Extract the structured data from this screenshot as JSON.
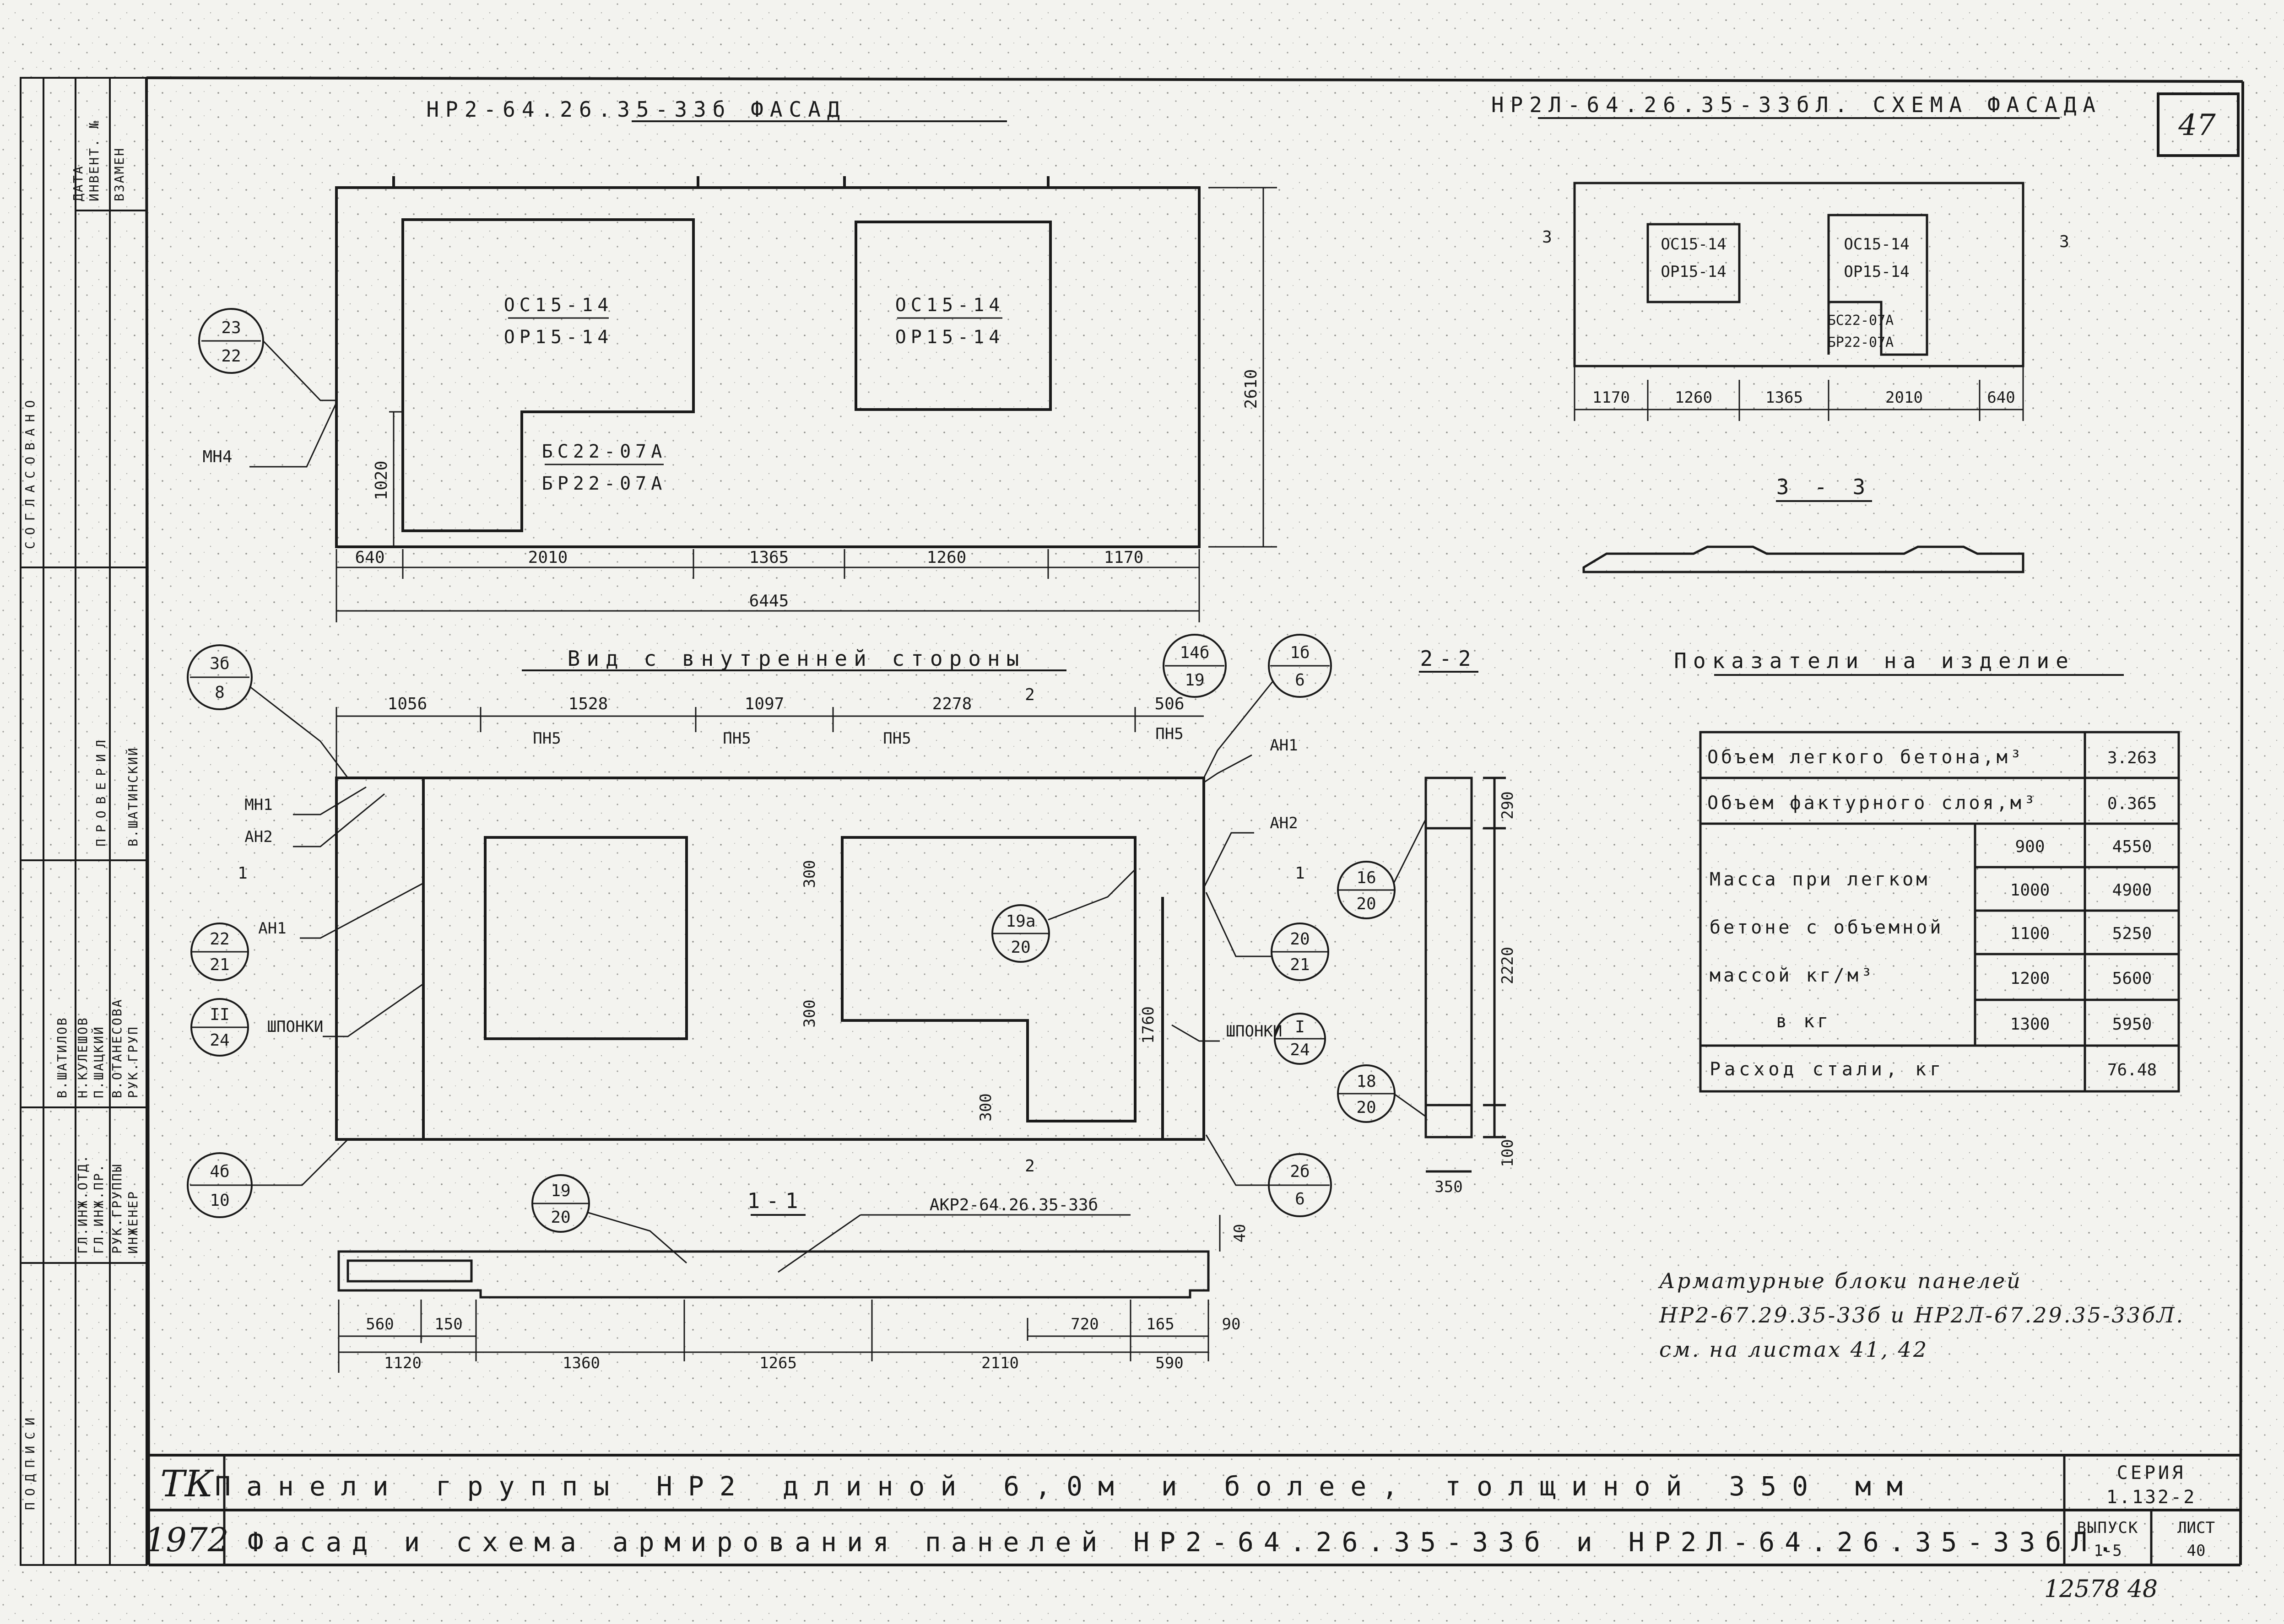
{
  "sheet": {
    "number": "47",
    "inventory_note": "12578  48"
  },
  "facade": {
    "title": "НР2-64.26.35-33б ФАСАД",
    "window_left": [
      "ОС15-14",
      "ОР15-14"
    ],
    "door_labels": [
      "БС22-07А",
      "БР22-07А"
    ],
    "window_right": [
      "ОС15-14",
      "ОР15-14"
    ],
    "dims_bottom": [
      "640",
      "2010",
      "1365",
      "1260",
      "1170"
    ],
    "total": "6445",
    "height": "2610",
    "sill": "1020",
    "mark_mn": "МН4",
    "callout": [
      "23",
      "22"
    ]
  },
  "scheme": {
    "title": "НР2Л-64.26.35-33бЛ. СХЕМА ФАСАДА",
    "win_left": [
      "ОС15-14",
      "ОР15-14"
    ],
    "win_right": [
      "ОС15-14",
      "ОР15-14"
    ],
    "door": [
      "БС22-07А",
      "БР22-07А"
    ],
    "dims": [
      "1170",
      "1260",
      "1365",
      "2010",
      "640"
    ],
    "mark_l": "3",
    "mark_r": "3"
  },
  "section33": {
    "title": "3 - 3"
  },
  "inner": {
    "title": "Вид с внутренней стороны",
    "dims_top": [
      "1056",
      "1528",
      "1097",
      "2278",
      "506"
    ],
    "marks_pn": [
      "ПН5",
      "ПН5",
      "ПН5",
      "ПН5"
    ],
    "labels": [
      "МН1",
      "АН2",
      "АН1",
      "ШПОНКИ",
      "АН1",
      "АН2",
      "ШПОНКИ"
    ],
    "dims_inner": [
      "300",
      "300",
      "300",
      "1760"
    ],
    "cut_mark": "2",
    "sec1": "1",
    "sec1_right": "1",
    "callouts": [
      [
        "3б",
        "8"
      ],
      [
        "22",
        "21"
      ],
      [
        "II",
        "24"
      ],
      [
        "4б",
        "10"
      ],
      [
        "14б",
        "19"
      ],
      [
        "1б",
        "6"
      ],
      [
        "19а",
        "20"
      ],
      [
        "20",
        "21"
      ],
      [
        "I",
        "24"
      ],
      [
        "2б",
        "6"
      ]
    ]
  },
  "section22": {
    "title": "2-2",
    "dims": [
      "290",
      "2220",
      "100",
      "350"
    ],
    "callouts": [
      [
        "16",
        "20"
      ],
      [
        "18",
        "20"
      ]
    ]
  },
  "section11": {
    "title": "1-1",
    "block": "АКР2-64.26.35-33б",
    "callout": [
      "19",
      "20"
    ],
    "dims_row1": [
      "560",
      "150",
      "720",
      "165",
      "90"
    ],
    "dims_row2": [
      "1120",
      "1360",
      "1265",
      "2110",
      "590"
    ],
    "height": "40"
  },
  "indicators": {
    "title": "Показатели на изделие",
    "rows": [
      {
        "label": "Объем легкого бетона,м³",
        "value": "3.263"
      },
      {
        "label": "Объем фактурного слоя,м³",
        "value": "0.365"
      }
    ],
    "mass_label": [
      "Масса при легком",
      "бетоне с объемной",
      "массой   кг/м³",
      "в кг"
    ],
    "mass_rows": [
      {
        "density": "900",
        "mass": "4550"
      },
      {
        "density": "1000",
        "mass": "4900"
      },
      {
        "density": "1100",
        "mass": "5250"
      },
      {
        "density": "1200",
        "mass": "5600"
      },
      {
        "density": "1300",
        "mass": "5950"
      }
    ],
    "steel": {
      "label": "Расход стали, кг",
      "value": "76.48"
    }
  },
  "note": [
    "Арматурные блоки панелей",
    "НР2-67.29.35-33б и НР2Л-67.29.35-33бЛ.",
    "см. на листах 41, 42"
  ],
  "title_block": {
    "org": "ТК",
    "year": "1972",
    "line1": "Панели группы НР2 длиной 6,0м и более, толщиной 350 мм",
    "line2": "Фасад и схема армирования панелей НР2-64.26.35-33б и НР2Л-64.26.35-33бЛ.",
    "series_label": "СЕРИЯ",
    "series_value": "1.132-2",
    "issue_label": "ВЫПУСК",
    "issue_value": "1-5",
    "sheet_label": "ЛИСТ",
    "sheet_value": "40"
  },
  "stamp": {
    "top": [
      "ВЗАМЕН",
      "ИНВЕНТ. №",
      "ДАТА"
    ],
    "top_column": "СОГЛАСОВАНО",
    "checked": "ПРОВЕРИЛ",
    "roles": [
      "ИНЖЕНЕР",
      "РУК.ГРУППЫ",
      "ГЛ.ИНЖ.ПР.",
      "ГЛ.ИНЖ.ОТД."
    ],
    "names": [
      "В.ОТАНЕСОВА",
      "П.ШАЦКИЙ",
      "Н.КУЛЕШОВ",
      "В.ШАТИЛОВ"
    ],
    "col": [
      "РУК.ГРУП",
      "В.ШАТИНСКИЙ"
    ],
    "signatures": "ПОДПИСИ"
  }
}
